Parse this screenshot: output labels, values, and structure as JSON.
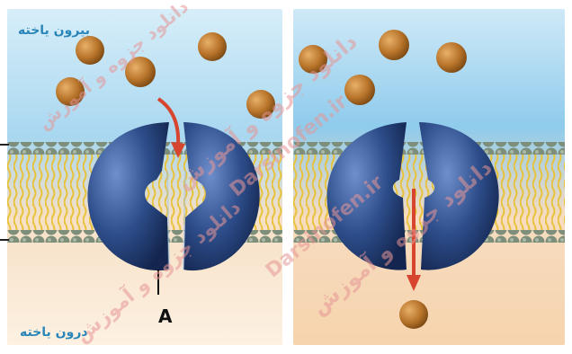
{
  "labels": {
    "outside": "بیرون یاخته",
    "inside": "درون یاخته",
    "marker": "A"
  },
  "watermarks": [
    "دانلود جزوه و آموزش",
    "Darsinofen.ir"
  ],
  "colors": {
    "outside_top": "#cfe9f7",
    "outside_bottom": "#a9d6ef",
    "inside": "#fbe7cf",
    "lipid_head": "#7d8f7a",
    "lipid_tail": "#e7c23a",
    "protein": "#2d4d8a",
    "molecule": "#b8742a",
    "arrow": "#d8452e"
  }
}
